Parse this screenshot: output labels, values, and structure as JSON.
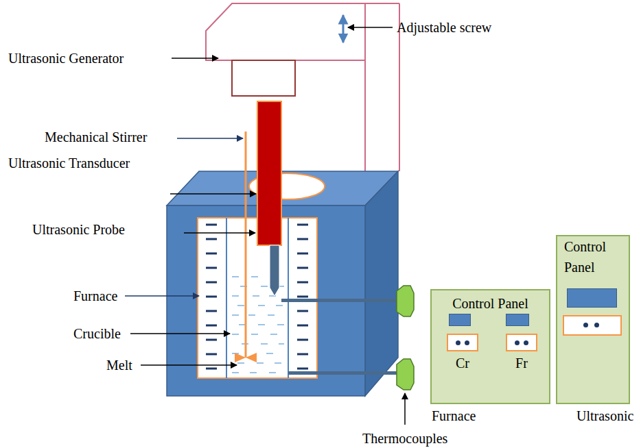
{
  "diagram": {
    "nodes": [
      {
        "text": [
          "Control Panel",
          "Furnace"
        ]
      },
      {
        "text": [
          "Cr"
        ],
        "in": 0
      },
      {
        "text": [
          "Fr"
        ],
        "in": 0
      },
      {
        "text": [
          "Control Panel",
          "Ultrasonic"
        ]
      }
    ],
    "labels": [
      "Ultrasonic Generator",
      "Adjustable screw",
      "Mechanical Stirrer",
      "Ultrasonic Transducer",
      "Ultrasonic Probe",
      "Furnace",
      "Crucible",
      "Melt",
      "Thermocouples"
    ]
  }
}
